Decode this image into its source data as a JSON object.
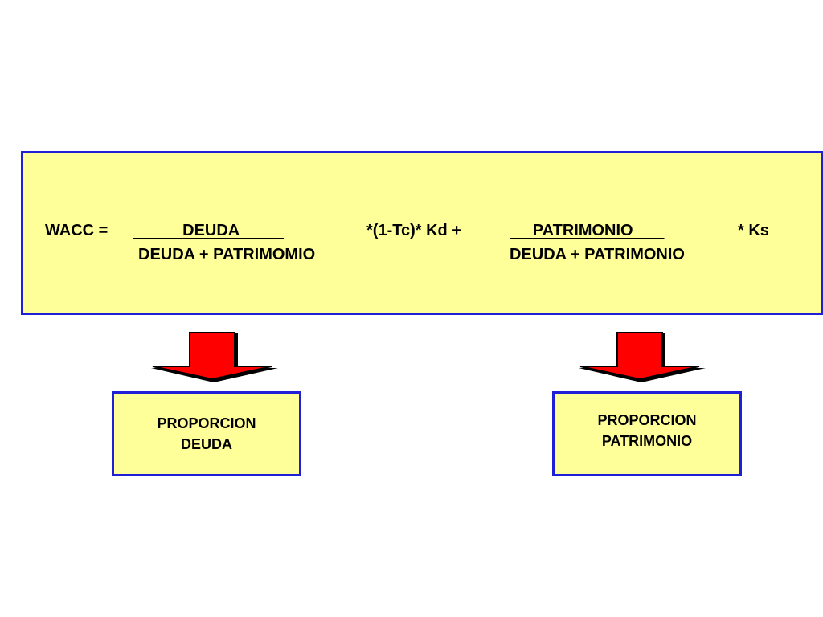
{
  "formula": {
    "lhs": "WACC = ",
    "term1_numerator_pad_left": "           ",
    "term1_numerator": "DEUDA",
    "term1_numerator_pad_right": "          ",
    "term1_denominator": "DEUDA + PATRIMOMIO",
    "term1_factor": "*(1-Tc)* Kd +",
    "term2_numerator_pad_left": "     ",
    "term2_numerator": "PATRIMONIO",
    "term2_numerator_pad_right": "       ",
    "term2_denominator": "DEUDA + PATRIMONIO",
    "term2_factor": "* Ks"
  },
  "boxes": [
    {
      "line1": "PROPORCION",
      "line2": "DEUDA"
    },
    {
      "line1": "PROPORCION",
      "line2": "PATRIMONIO"
    }
  ],
  "colors": {
    "fill": "#ffff99",
    "border": "#1f1fd8",
    "arrow": "#ff0000"
  }
}
